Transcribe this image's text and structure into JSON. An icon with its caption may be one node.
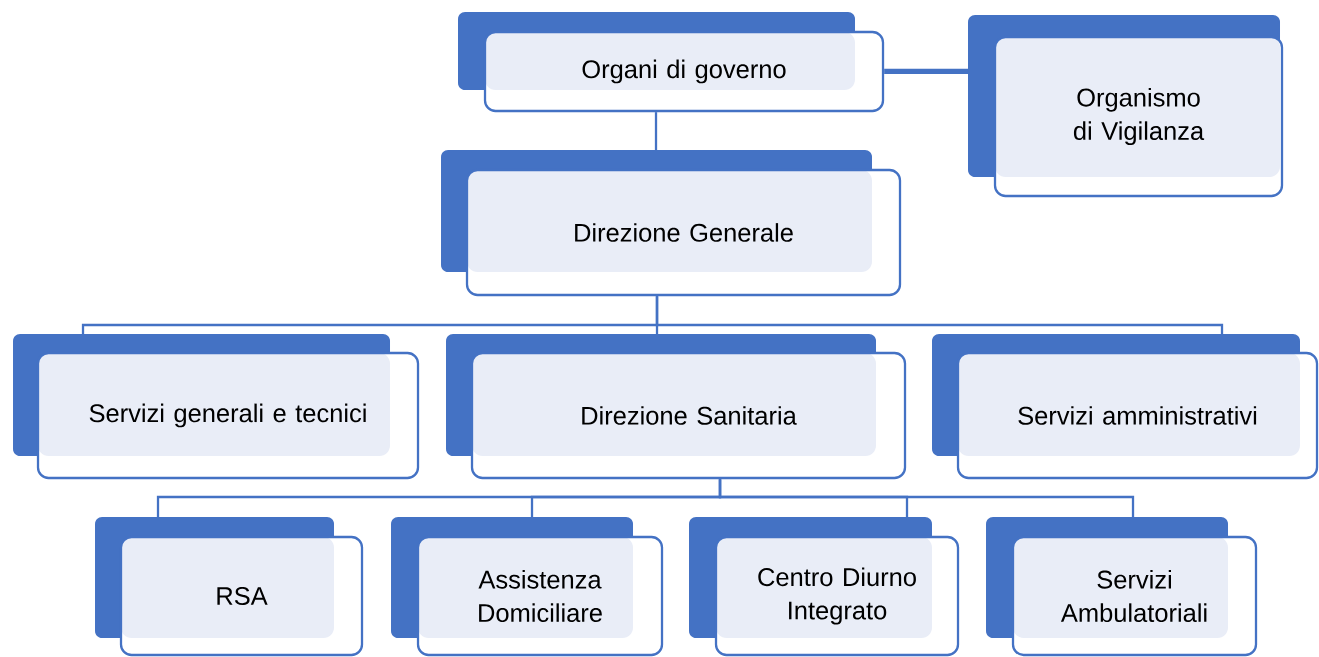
{
  "diagram": {
    "nodes": [
      {
        "text": [
          "Organi di governo"
        ]
      },
      {
        "text": [
          "Organismo di Vigilanza"
        ]
      },
      {
        "text": [
          "Direzione Generale"
        ]
      },
      {
        "text": [
          "Servizi generali e tecnici"
        ]
      },
      {
        "text": [
          "Direzione Sanitaria"
        ]
      },
      {
        "text": [
          "Servizi amministrativi"
        ]
      },
      {
        "text": [
          "RSA"
        ]
      },
      {
        "text": [
          "Assistenza Domiciliare"
        ]
      },
      {
        "text": [
          "Centro Diurno Integrato"
        ]
      },
      {
        "text": [
          "Servizi Ambulatoriali"
        ]
      }
    ],
    "edges": [
      {
        "from": 0,
        "to": 1,
        "arrow": "none",
        "style": "thick"
      },
      {
        "from": 0,
        "to": 2,
        "arrow": "none"
      },
      {
        "from": 2,
        "to": 3,
        "arrow": "none"
      },
      {
        "from": 2,
        "to": 4,
        "arrow": "none"
      },
      {
        "from": 2,
        "to": 5,
        "arrow": "none"
      },
      {
        "from": 4,
        "to": 6,
        "arrow": "none"
      },
      {
        "from": 4,
        "to": 7,
        "arrow": "none"
      },
      {
        "from": 4,
        "to": 8,
        "arrow": "none"
      },
      {
        "from": 4,
        "to": 9,
        "arrow": "none"
      }
    ]
  }
}
